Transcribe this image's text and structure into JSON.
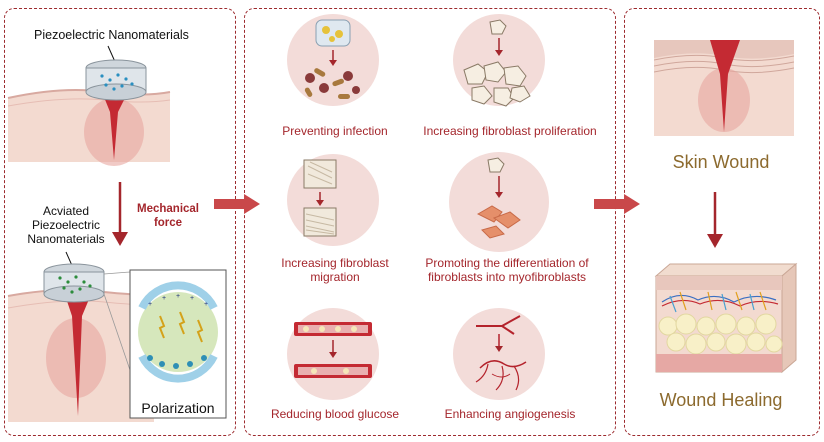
{
  "left": {
    "nano_label": "Piezoelectric Nanomaterials",
    "activated_label_1": "Acviated",
    "activated_label_2": "Piezoelectric",
    "activated_label_3": "Nanomaterials",
    "force_line_1": "Mechanical",
    "force_line_2": "force",
    "polarization": "Polarization"
  },
  "middle": {
    "items": [
      {
        "label": "Preventing infection"
      },
      {
        "label": "Increasing fibroblast proliferation"
      },
      {
        "label_1": "Increasing fibroblast",
        "label_2": "migration"
      },
      {
        "label_1": "Promoting the differentiation of",
        "label_2": "fibroblasts into myofibroblasts"
      },
      {
        "label": "Reducing blood glucose"
      },
      {
        "label": "Enhancing angiogenesis"
      }
    ]
  },
  "right": {
    "wound": "Skin Wound",
    "healing": "Wound Healing"
  },
  "colors": {
    "accent": "#a4262c",
    "arrow": "#c9484a",
    "circle_bg": "#f3dcd9",
    "gold_text": "#8c6a2e"
  }
}
